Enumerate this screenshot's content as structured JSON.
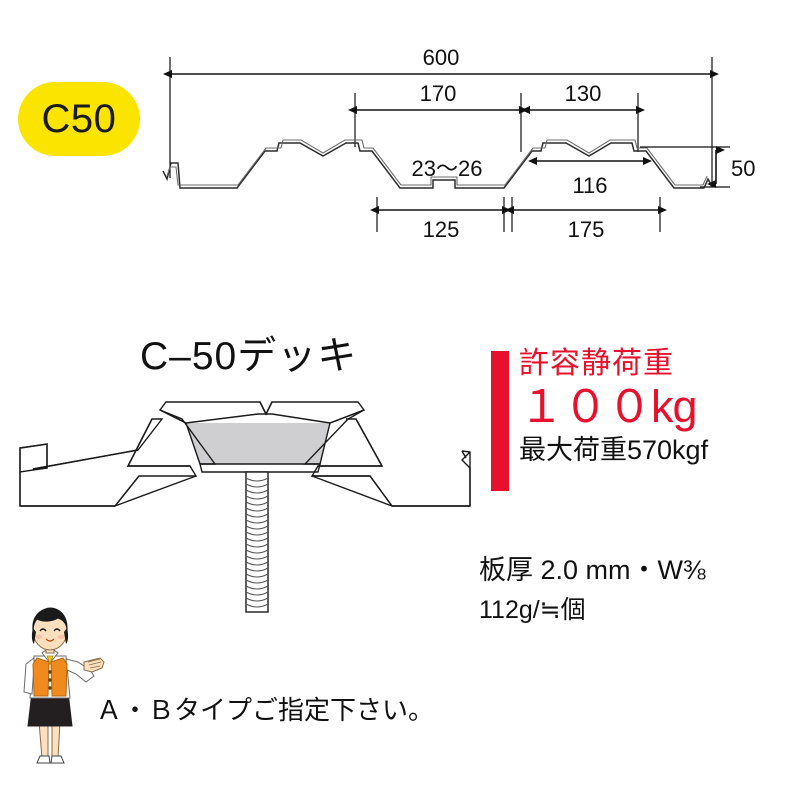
{
  "badge": {
    "label": "C50",
    "bg_color": "#FBE400",
    "text_color": "#1a1a1a"
  },
  "cross_section": {
    "title": "C-50 deck cross section profile",
    "dimensions": {
      "overall_width": "600",
      "top_flange_left": "170",
      "top_flange_right": "130",
      "rib_gap": "23〜26",
      "bottom_left": "125",
      "bottom_right": "175",
      "top_inner": "116",
      "height": "50"
    }
  },
  "deck_figure": {
    "title": "C‒50デッキ"
  },
  "spec": {
    "accent_color": "#E8112D",
    "label": "許容静荷重",
    "value": "１００kg",
    "max_load": "最大荷重570kgf"
  },
  "thickness": {
    "line1_prefix": "板厚 2.0 mm・W",
    "line1_fraction": "⅜",
    "line2": "112g/≒個"
  },
  "note": {
    "text": "Ａ・Ｂタイプご指定下さい。"
  },
  "person": {
    "alt": "female-staff-presenting-illustration",
    "hair_color": "#1a1a1a",
    "skin_color": "#fce0bd",
    "vest_color": "#F08A1C",
    "skirt_color": "#231f20",
    "blouse_color": "#ffffff"
  }
}
